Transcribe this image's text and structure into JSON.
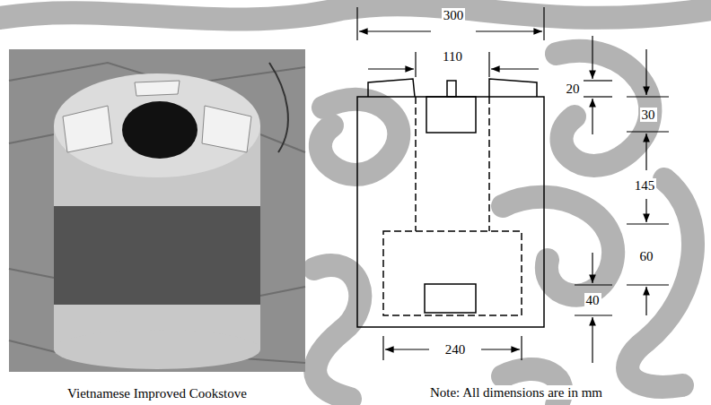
{
  "diagram": {
    "caption": "Vietnamese Improved Cookstove",
    "labels": [
      "300",
      "110",
      "20",
      "30",
      "145",
      "60",
      "40",
      "240",
      "Note: All dimensions are in mm"
    ]
  }
}
